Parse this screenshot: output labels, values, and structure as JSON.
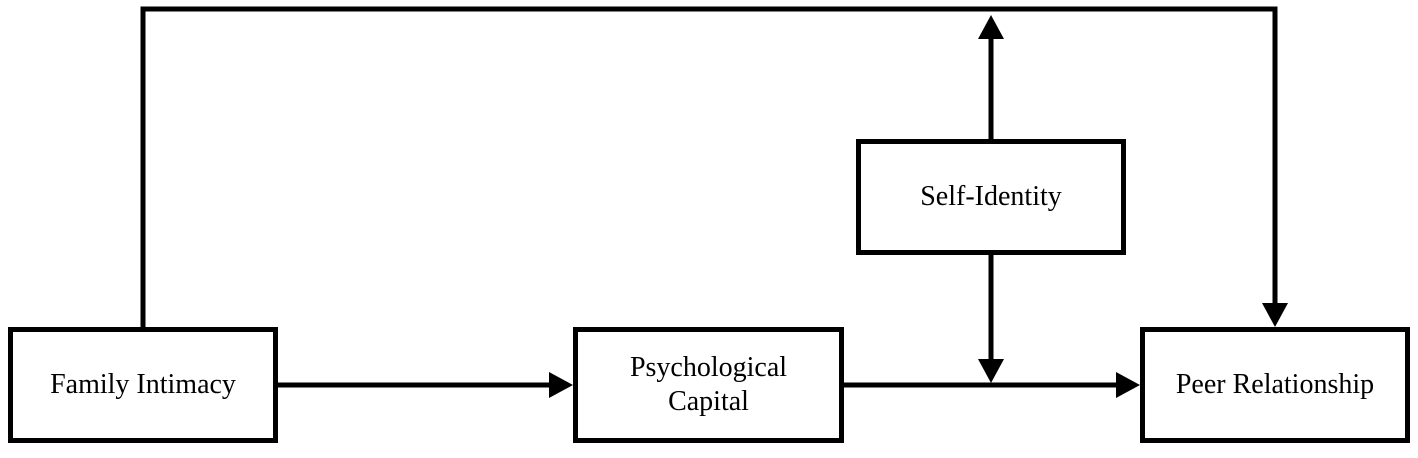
{
  "diagram": {
    "nodes": {
      "family_intimacy": "Family Intimacy",
      "psychological_capital": "Psychological\nCapital",
      "self_identity": "Self-Identity",
      "peer_relationship": "Peer Relationship"
    },
    "edges": [
      {
        "from": "Family Intimacy",
        "to": "Psychological Capital"
      },
      {
        "from": "Psychological Capital",
        "to": "Peer Relationship"
      },
      {
        "from": "Family Intimacy",
        "to": "Peer Relationship"
      },
      {
        "from": "Self-Identity",
        "to": "Psychological Capital → Peer Relationship path"
      }
    ],
    "colors": {
      "stroke": "#000000",
      "background": "#ffffff"
    }
  }
}
